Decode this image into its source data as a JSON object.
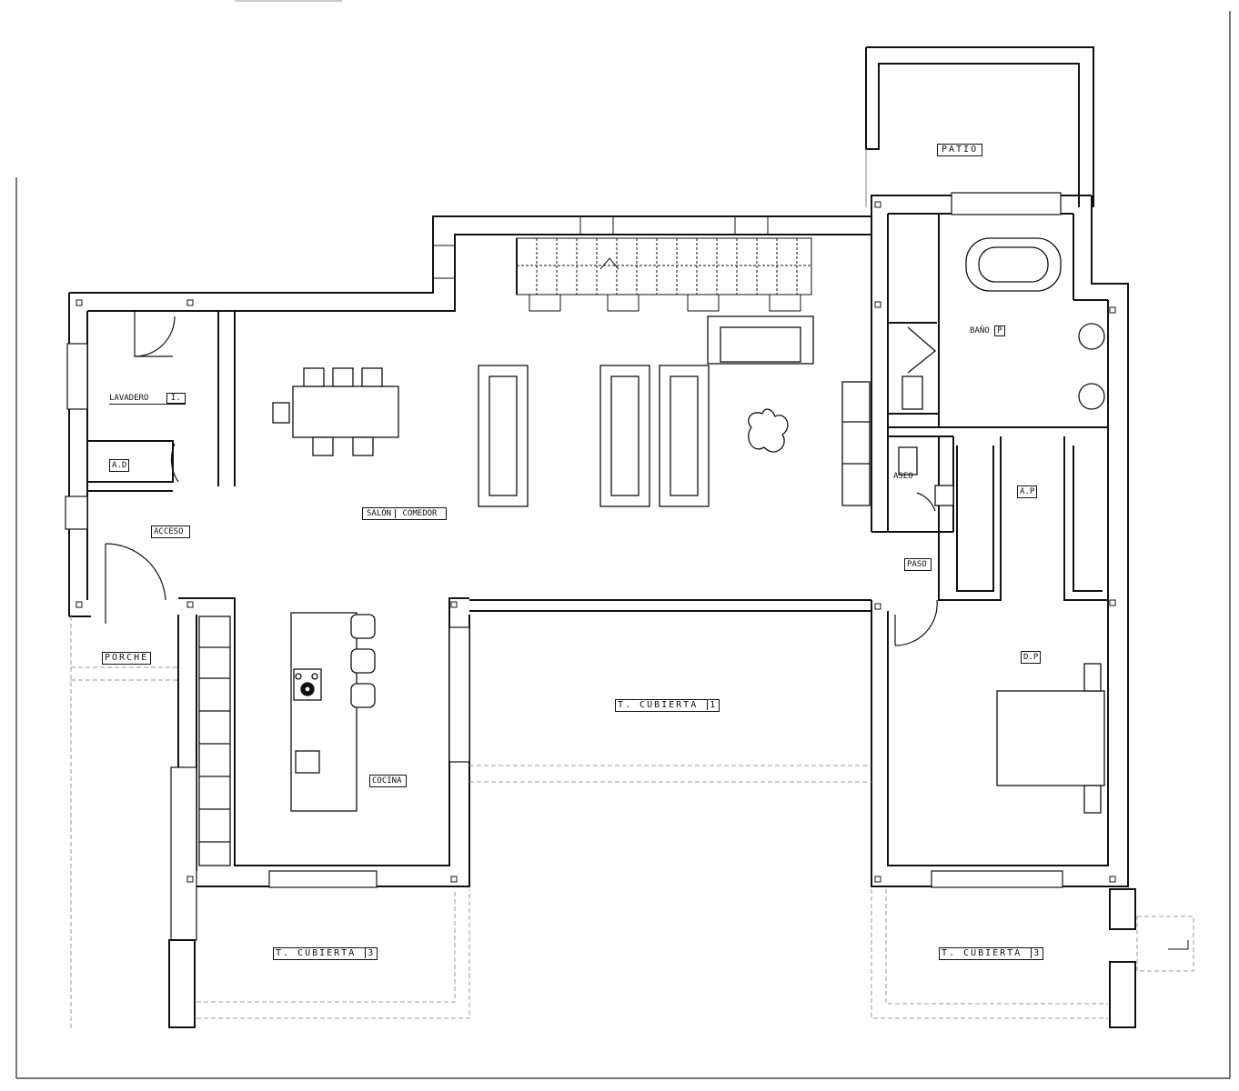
{
  "rooms": {
    "patio": "PATIO",
    "bano": "BAÑO",
    "bano_code": "P",
    "lavadero": "LAVADERO",
    "lavadero_code": "I.",
    "ad": "A.D",
    "acceso": "ACCESO",
    "salon": "SALÓN",
    "comedor": "COMEDOR",
    "aseo": "ASEO",
    "paso": "PASO",
    "a_p": "A.P",
    "d_p": "D.P",
    "porche": "PORCHE",
    "cocina": "COCINA",
    "cubierta_center": "T. CUBIERTA",
    "cubierta_center_code": "1",
    "cubierta_left": "T. CUBIERTA",
    "cubierta_left_code": "3",
    "cubierta_right": "T. CUBIERTA",
    "cubierta_right_code": "3"
  },
  "colors": {
    "line": "#111111",
    "dashed": "#9a9a9a",
    "fill": "#ffffff"
  }
}
